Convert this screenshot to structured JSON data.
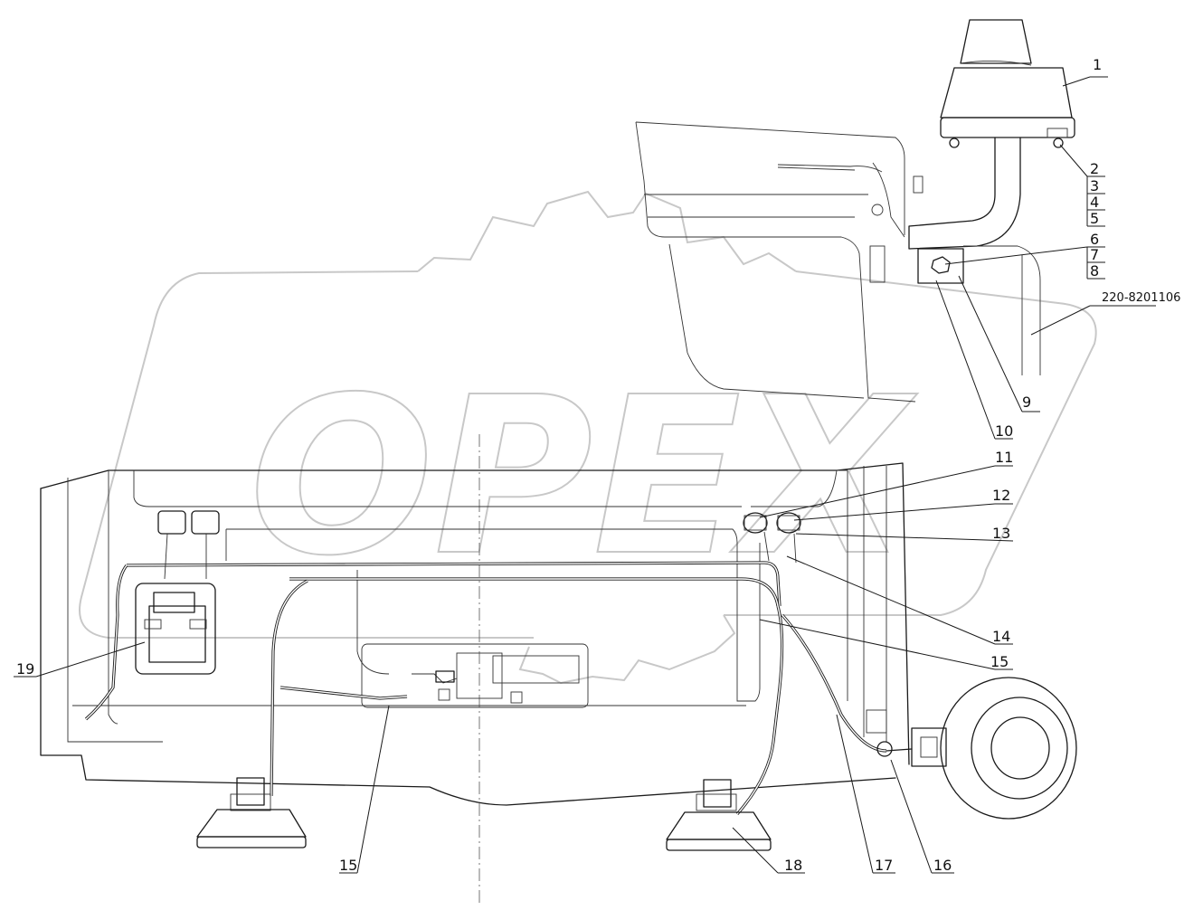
{
  "callouts": [
    {
      "id": "1",
      "label": "1"
    },
    {
      "id": "2",
      "label": "2"
    },
    {
      "id": "3",
      "label": "3"
    },
    {
      "id": "4",
      "label": "4"
    },
    {
      "id": "5",
      "label": "5"
    },
    {
      "id": "6",
      "label": "6"
    },
    {
      "id": "7",
      "label": "7"
    },
    {
      "id": "8",
      "label": "8"
    },
    {
      "id": "ref",
      "label": "220-8201106"
    },
    {
      "id": "9",
      "label": "9"
    },
    {
      "id": "10",
      "label": "10"
    },
    {
      "id": "11",
      "label": "11"
    },
    {
      "id": "12",
      "label": "12"
    },
    {
      "id": "13",
      "label": "13"
    },
    {
      "id": "14",
      "label": "14"
    },
    {
      "id": "15a",
      "label": "15"
    },
    {
      "id": "19",
      "label": "19"
    },
    {
      "id": "15b",
      "label": "15"
    },
    {
      "id": "18",
      "label": "18"
    },
    {
      "id": "17",
      "label": "17"
    },
    {
      "id": "16",
      "label": "16"
    }
  ],
  "watermark": {
    "text": "OPEX"
  }
}
